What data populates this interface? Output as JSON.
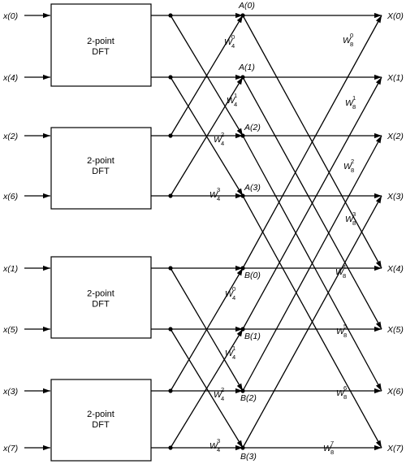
{
  "inputs": [
    "x(0)",
    "x(4)",
    "x(2)",
    "x(6)",
    "x(1)",
    "x(5)",
    "x(3)",
    "x(7)"
  ],
  "outputs": [
    "X(0)",
    "X(1)",
    "X(2)",
    "X(3)",
    "X(4)",
    "X(5)",
    "X(6)",
    "X(7)"
  ],
  "dft_boxes": [
    {
      "line1": "2-point",
      "line2": "DFT"
    },
    {
      "line1": "2-point",
      "line2": "DFT"
    },
    {
      "line1": "2-point",
      "line2": "DFT"
    },
    {
      "line1": "2-point",
      "line2": "DFT"
    }
  ],
  "stage2_nodes": [
    "A(0)",
    "A(1)",
    "A(2)",
    "A(3)",
    "B(0)",
    "B(1)",
    "B(2)",
    "B(3)"
  ],
  "twiddle_w4": [
    {
      "base": "W",
      "sub": "4",
      "sup": "0"
    },
    {
      "base": "W",
      "sub": "4",
      "sup": "1"
    },
    {
      "base": "W",
      "sub": "4",
      "sup": "2"
    },
    {
      "base": "W",
      "sub": "4",
      "sup": "3"
    },
    {
      "base": "W",
      "sub": "4",
      "sup": "0"
    },
    {
      "base": "W",
      "sub": "4",
      "sup": "1"
    },
    {
      "base": "W",
      "sub": "4",
      "sup": "2"
    },
    {
      "base": "W",
      "sub": "4",
      "sup": "3"
    }
  ],
  "twiddle_w8": [
    {
      "base": "W",
      "sub": "8",
      "sup": "0"
    },
    {
      "base": "W",
      "sub": "8",
      "sup": "1"
    },
    {
      "base": "W",
      "sub": "8",
      "sup": "2"
    },
    {
      "base": "W",
      "sub": "8",
      "sup": "3"
    },
    {
      "base": "W",
      "sub": "8",
      "sup": "4"
    },
    {
      "base": "W",
      "sub": "8",
      "sup": "5"
    },
    {
      "base": "W",
      "sub": "8",
      "sup": "6"
    },
    {
      "base": "W",
      "sub": "8",
      "sup": "7"
    }
  ]
}
